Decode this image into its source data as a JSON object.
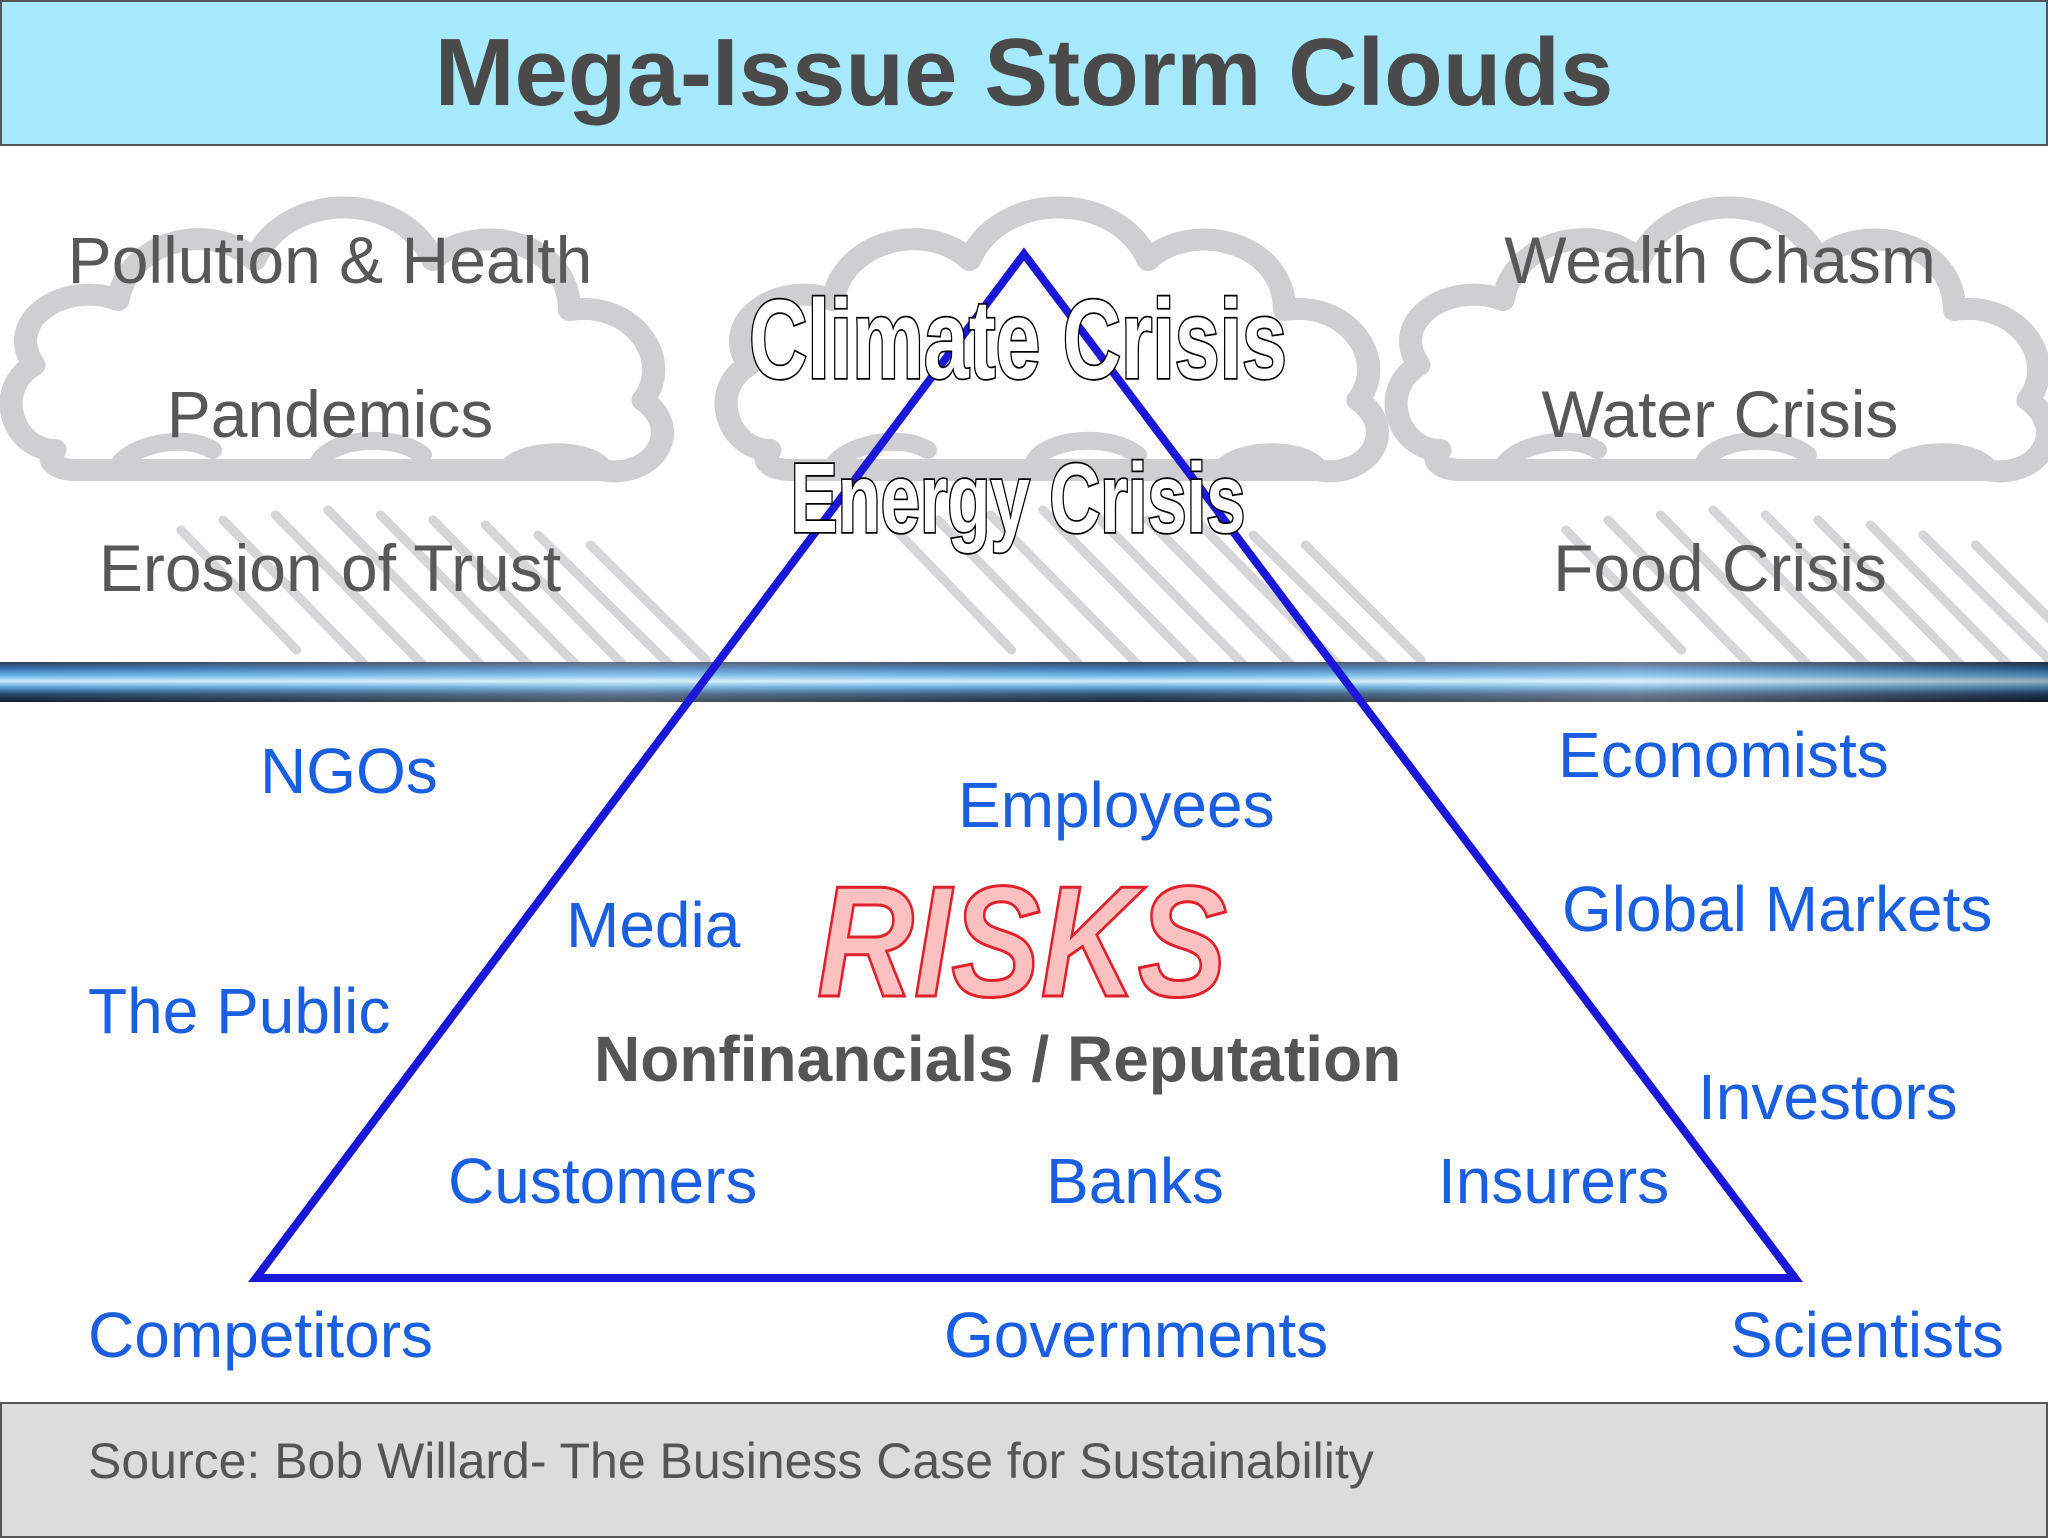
{
  "title": "Mega-Issue Storm Clouds",
  "mega_issues": {
    "left": [
      "Pollution & Health",
      "Pandemics",
      "Erosion of Trust"
    ],
    "center": [
      "Climate Crisis",
      "Energy Crisis"
    ],
    "right": [
      "Wealth Chasm",
      "Water Crisis",
      "Food Crisis"
    ]
  },
  "risk": {
    "headline": "RISKS",
    "subtitle": "Nonfinancials / Reputation"
  },
  "stakeholders": {
    "ngos": "NGOs",
    "employees": "Employees",
    "economists": "Economists",
    "media": "Media",
    "global_markets": "Global Markets",
    "the_public": "The Public",
    "investors": "Investors",
    "customers": "Customers",
    "banks": "Banks",
    "insurers": "Insurers",
    "competitors": "Competitors",
    "governments": "Governments",
    "scientists": "Scientists"
  },
  "source": "Source: Bob Willard- The Business Case for Sustainability",
  "colors": {
    "title_bar": "#a6e8fc",
    "triangle": "#1c16d6",
    "stakeholder_text": "#1a5fe0",
    "risks_fill": "#fcc0c0",
    "risks_stroke": "#e0202a",
    "cloud": "#cfcfd1"
  }
}
